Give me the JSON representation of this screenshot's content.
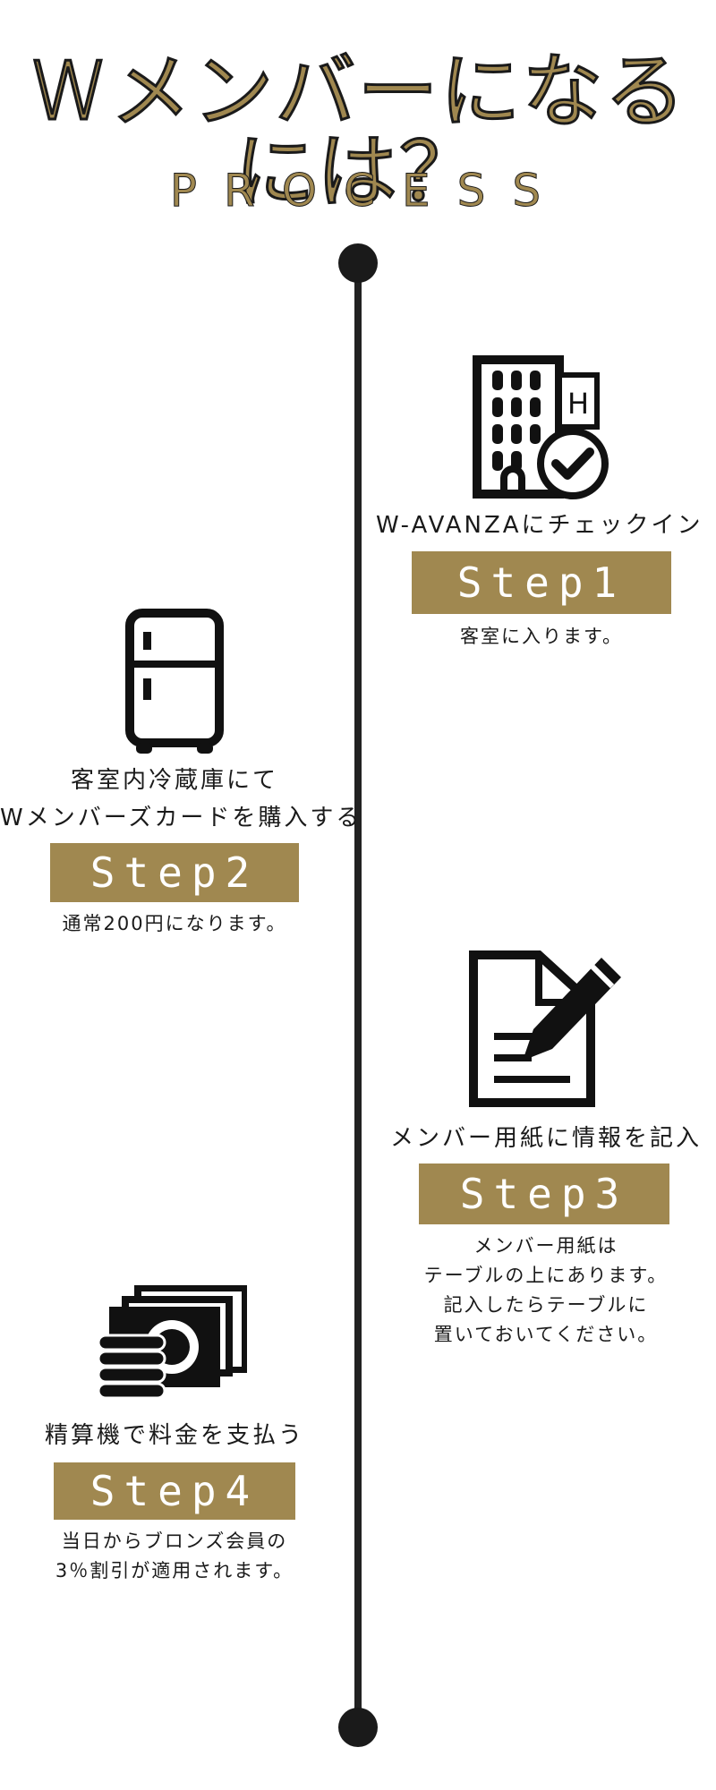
{
  "header": {
    "title": "Wメンバーになるには？",
    "subtitle": "PROCESS"
  },
  "steps": [
    {
      "icon": "hotel-checkin-icon",
      "heading": "W-AVANZAにチェックイン",
      "label": "Step1",
      "description": "客室に入ります。"
    },
    {
      "icon": "refrigerator-icon",
      "heading_line1": "客室内冷蔵庫にて",
      "heading_line2": "Wメンバーズカードを購入する",
      "label": "Step2",
      "description": "通常200円になります。"
    },
    {
      "icon": "form-pen-icon",
      "heading": "メンバー用紙に情報を記入",
      "label": "Step3",
      "description_lines": [
        "メンバー用紙は",
        "テーブルの上にあります。",
        "記入したらテーブルに",
        "置いておいてください。"
      ]
    },
    {
      "icon": "cash-coins-icon",
      "heading": "精算機で料金を支払う",
      "label": "Step4",
      "description_lines": [
        "当日からブロンズ会員の",
        "3％割引が適用されます。"
      ]
    }
  ],
  "colors": {
    "accent": "#a08850",
    "dark": "#1a1a1a",
    "background": "#ffffff"
  }
}
